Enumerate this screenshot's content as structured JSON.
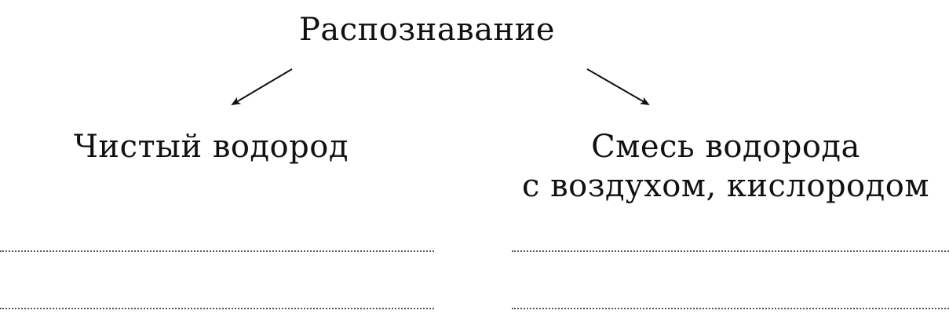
{
  "diagram": {
    "root": {
      "label": "Распознавание"
    },
    "left_branch": {
      "label": "Чистый водород",
      "answer_lines": 2
    },
    "right_branch": {
      "label_line1": "Смесь водорода",
      "label_line2": "с воздухом, кислородом",
      "answer_lines": 2
    },
    "colors": {
      "text": "#111111",
      "dots": "#555555"
    }
  }
}
